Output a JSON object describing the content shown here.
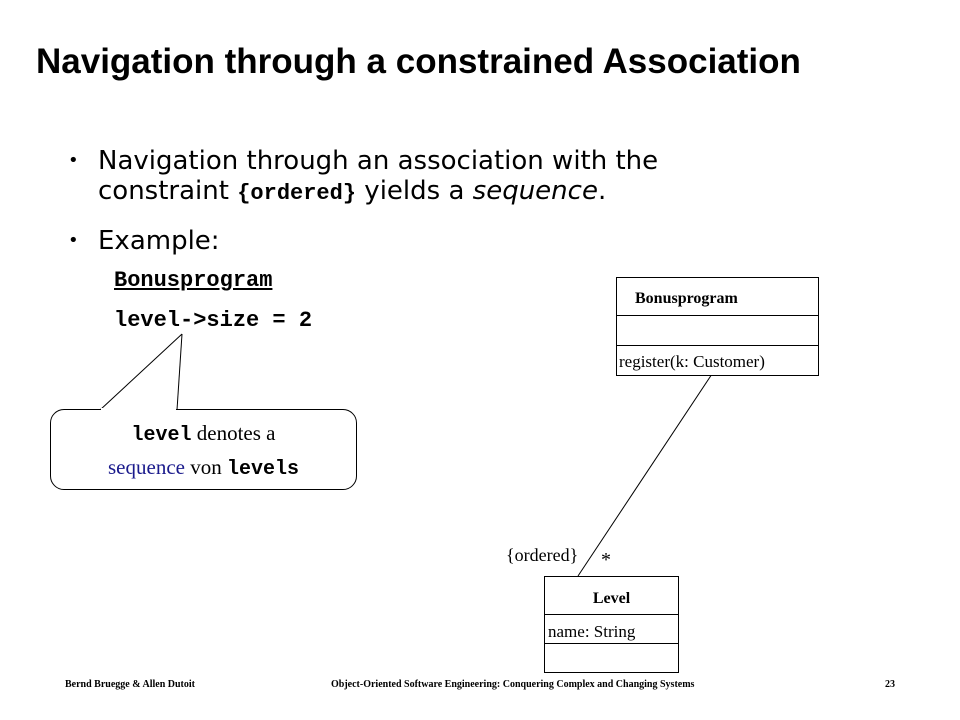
{
  "title": "Navigation through a constrained Association",
  "bullets": {
    "b1_line1": "Navigation through an association with the",
    "b1_line2_pre": "constraint ",
    "b1_line2_code": "{ordered}",
    "b1_line2_mid": " yields a ",
    "b1_line2_em": "sequence",
    "b1_line2_post": ".",
    "b2": "Example:",
    "bullet_glyph": "•"
  },
  "code": {
    "line1": "Bonusprogram",
    "line2": "level->size = 2"
  },
  "callout": {
    "code1": "level",
    "text1": " denotes a",
    "text2_colored": "sequence",
    "text2_plain": " von ",
    "code2": "levels",
    "colored_text_color": "#1a1a8c"
  },
  "diagram": {
    "class_bonus": {
      "name": "Bonusprogram",
      "operation": "register(k: Customer)"
    },
    "class_level": {
      "name": "Level",
      "attribute": "name: String"
    },
    "constraint_label": "{ordered}",
    "multiplicity": "*"
  },
  "footer": {
    "authors": "Bernd Bruegge & Allen Dutoit",
    "course": "Object-Oriented Software Engineering: Conquering Complex and Changing Systems",
    "page": "23"
  }
}
